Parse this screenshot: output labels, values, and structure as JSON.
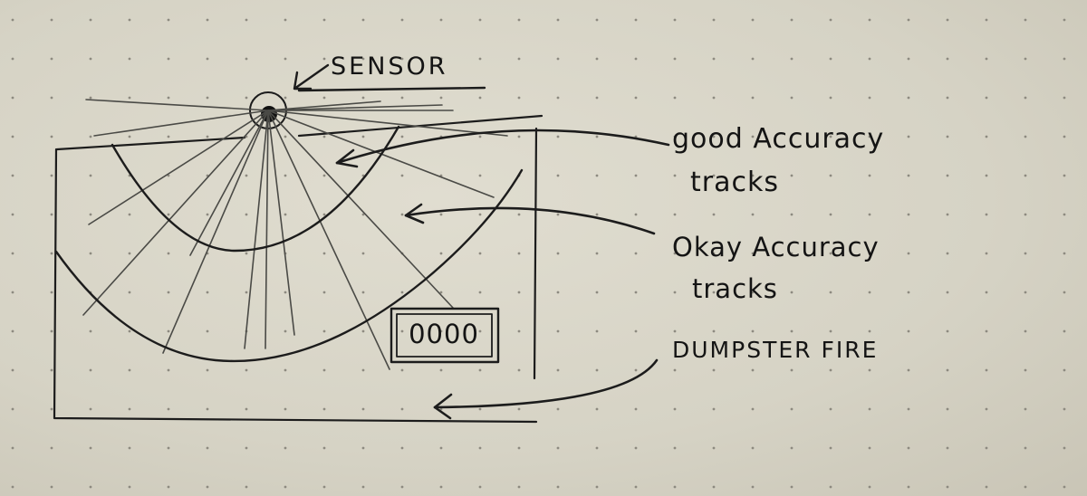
{
  "labels": {
    "sensor": "SENSOR",
    "good_line1": "good Accuracy",
    "good_line2": "tracks",
    "okay_line1": "Okay Accuracy",
    "okay_line2": "tracks",
    "dumpster": "DUMPSTER FIRE"
  },
  "counter": {
    "value": "0000"
  },
  "colors": {
    "ink": "#1c1c1c",
    "pencil": "#4a4a46",
    "paper": "#d9d6c9"
  }
}
